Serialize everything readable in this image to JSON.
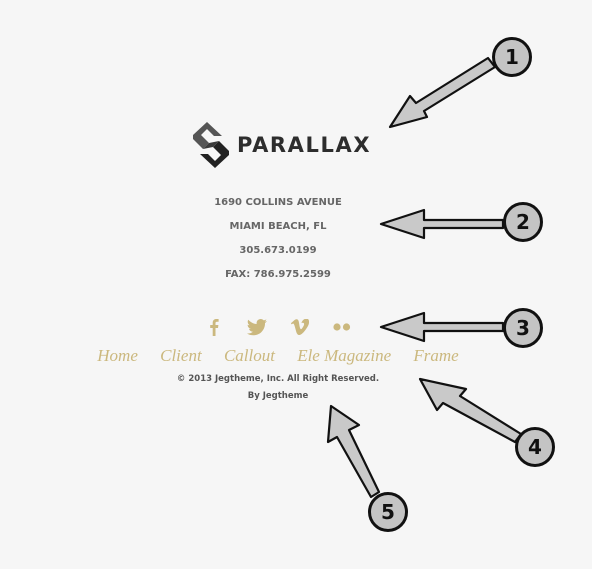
{
  "logo": {
    "wordmark": "PARALLAX",
    "icon": "diamond-logo-icon"
  },
  "address": {
    "line1": "1690 COLLINS AVENUE",
    "line2": "MIAMI BEACH, FL",
    "phone": "305.673.0199",
    "fax": "FAX: 786.975.2599"
  },
  "social": [
    {
      "icon": "facebook-icon"
    },
    {
      "icon": "twitter-icon"
    },
    {
      "icon": "vimeo-icon"
    },
    {
      "icon": "flickr-icon"
    }
  ],
  "menu": {
    "items": [
      {
        "label": "Home"
      },
      {
        "label": "Client"
      },
      {
        "label": "Callout"
      },
      {
        "label": "Ele Magazine"
      },
      {
        "label": "Frame"
      }
    ]
  },
  "copyright": {
    "text": "© 2013 Jegtheme, Inc. All Right Reserved.",
    "by": "By Jegtheme"
  },
  "callouts": [
    {
      "number": "1"
    },
    {
      "number": "2"
    },
    {
      "number": "3"
    },
    {
      "number": "4"
    },
    {
      "number": "5"
    }
  ],
  "colors": {
    "background": "#f6f6f6",
    "accent_gold": "#cbb87e",
    "text_dark": "#2d2d2d",
    "callout_fill": "#c4c4c4"
  }
}
